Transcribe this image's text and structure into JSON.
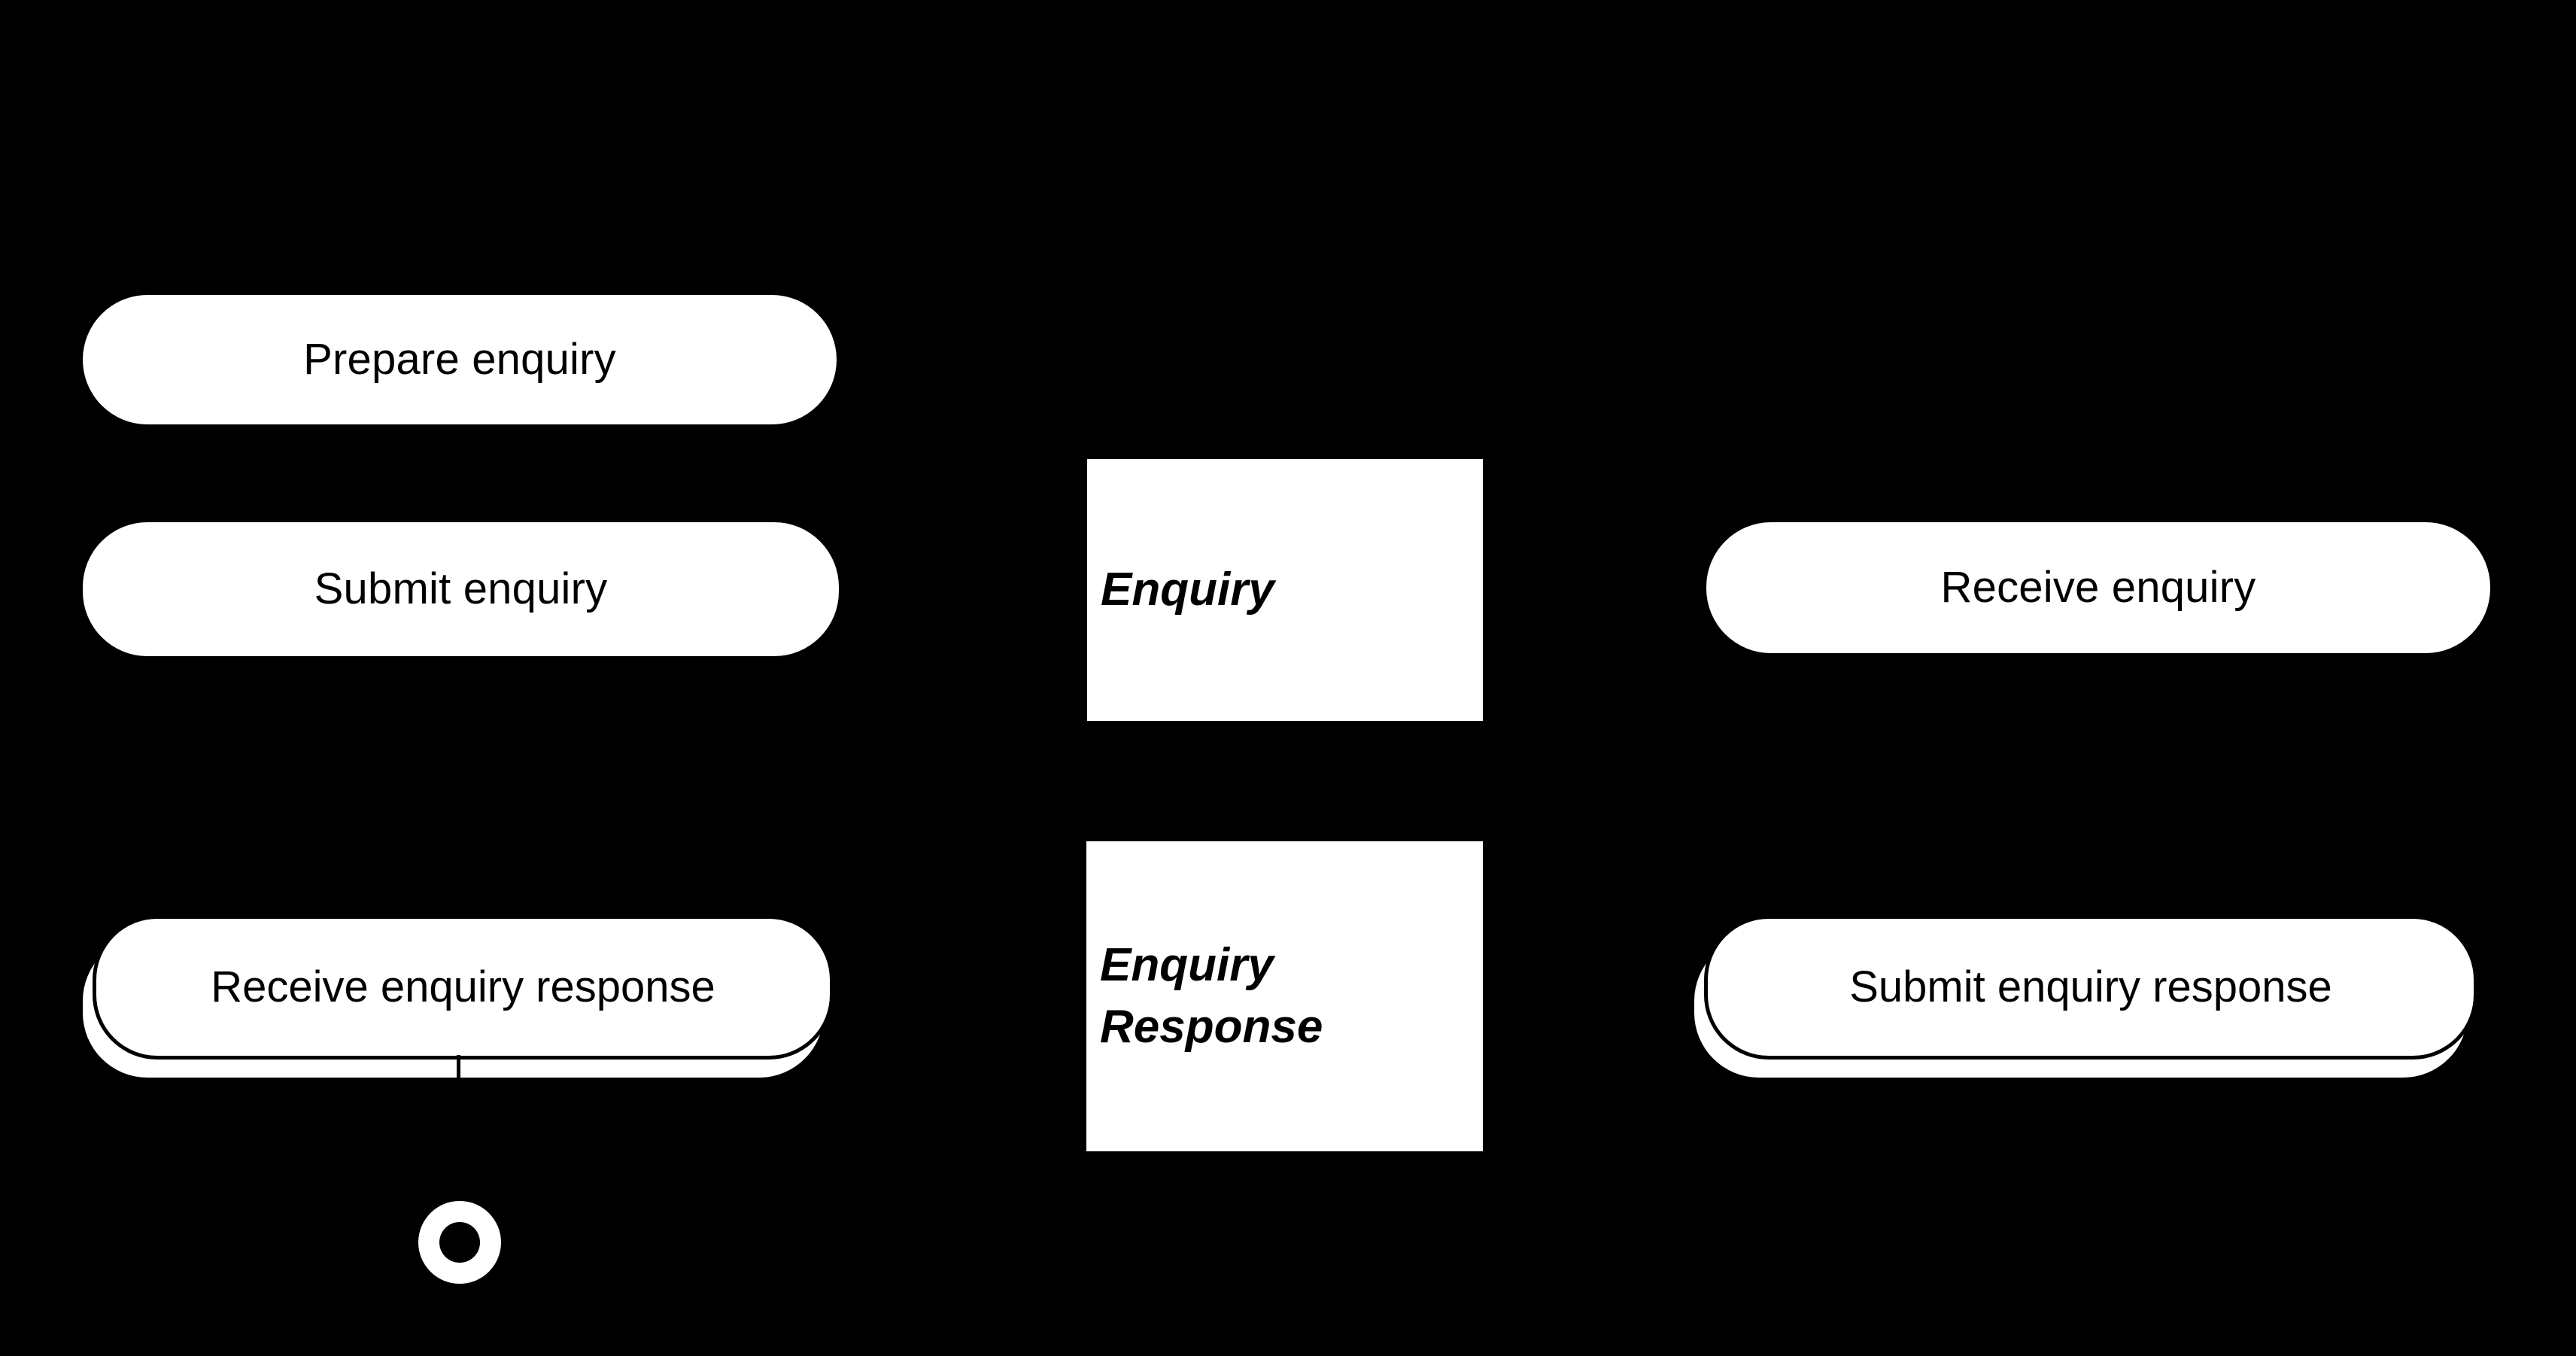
{
  "diagram": {
    "type": "uml-activity-diagram",
    "background_color": "#000000",
    "node_fill_color": "#ffffff",
    "node_text_color": "#000000",
    "nodes": [
      {
        "id": "prepare-enquiry",
        "kind": "action",
        "label": "Prepare enquiry",
        "column": "left"
      },
      {
        "id": "submit-enquiry",
        "kind": "action",
        "label": "Submit enquiry",
        "column": "left"
      },
      {
        "id": "receive-enquiry-response",
        "kind": "action-multi-instance",
        "label": "Receive enquiry response",
        "column": "left"
      },
      {
        "id": "enquiry",
        "kind": "object-node",
        "label": "Enquiry",
        "column": "center"
      },
      {
        "id": "enquiry-response",
        "kind": "object-node",
        "label": "Enquiry\nResponse",
        "column": "center"
      },
      {
        "id": "receive-enquiry",
        "kind": "action",
        "label": "Receive enquiry",
        "column": "right"
      },
      {
        "id": "submit-enquiry-response",
        "kind": "action-multi-instance",
        "label": "Submit enquiry response",
        "column": "right"
      },
      {
        "id": "final-node",
        "kind": "activity-final-node",
        "label": "",
        "column": "left"
      }
    ]
  }
}
